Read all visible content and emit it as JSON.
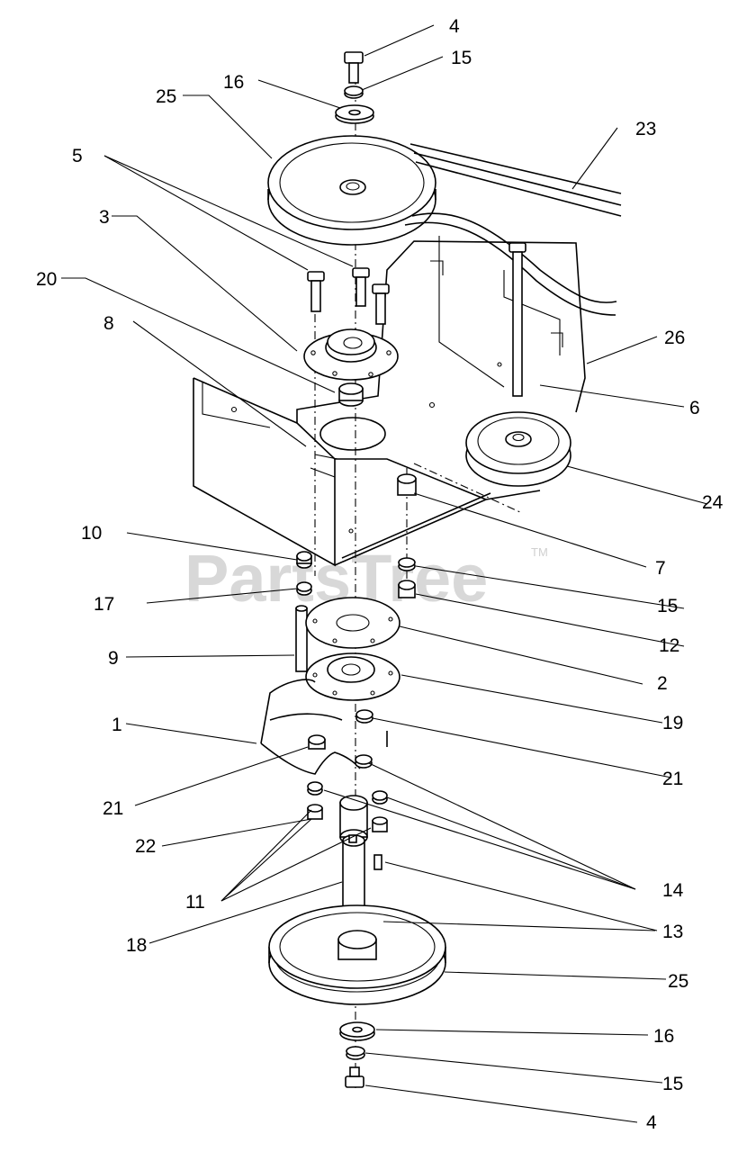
{
  "watermark": {
    "text": "PartsTree",
    "mark": "TM"
  },
  "callouts": {
    "c4_top": "4",
    "c15_top": "15",
    "c16_top": "16",
    "c25_top": "25",
    "c23": "23",
    "c5": "5",
    "c3": "3",
    "c20": "20",
    "c8": "8",
    "c26": "26",
    "c6": "6",
    "c24": "24",
    "c10": "10",
    "c7": "7",
    "c15_mid": "15",
    "c17": "17",
    "c12": "12",
    "c9": "9",
    "c2": "2",
    "c19": "19",
    "c1": "1",
    "c21_right": "21",
    "c21_left": "21",
    "c22": "22",
    "c14": "14",
    "c13": "13",
    "c11": "11",
    "c18": "18",
    "c25_bot": "25",
    "c16_bot": "16",
    "c15_bot": "15",
    "c4_bot": "4"
  }
}
